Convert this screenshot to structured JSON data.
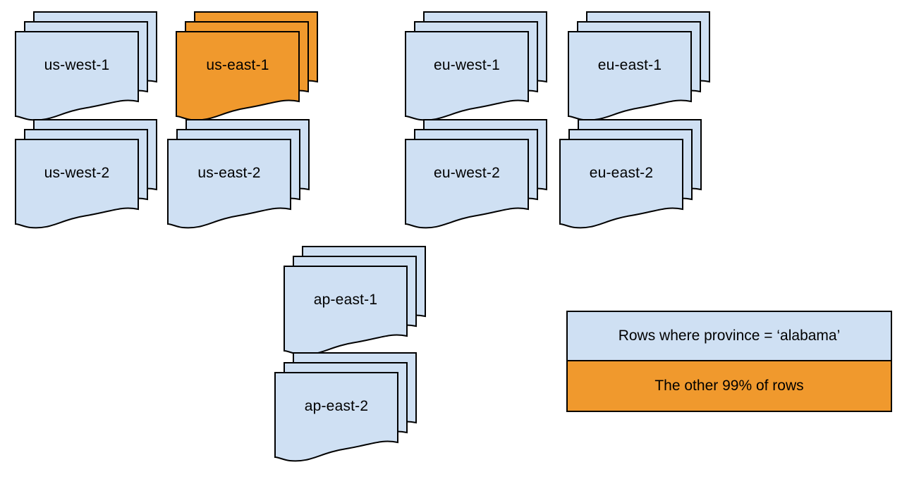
{
  "diagram": {
    "type": "partitioned-database-regions-diagram",
    "colors": {
      "partition_default": "#cfe0f3",
      "partition_highlight": "#f0992d",
      "outline": "#000000",
      "background": "#ffffff"
    },
    "stacks": [
      {
        "label": "us-west-1",
        "highlighted": false
      },
      {
        "label": "us-east-1",
        "highlighted": true
      },
      {
        "label": "eu-west-1",
        "highlighted": false
      },
      {
        "label": "eu-east-1",
        "highlighted": false
      },
      {
        "label": "us-west-2",
        "highlighted": false
      },
      {
        "label": "us-east-2",
        "highlighted": false
      },
      {
        "label": "eu-west-2",
        "highlighted": false
      },
      {
        "label": "eu-east-2",
        "highlighted": false
      },
      {
        "label": "ap-east-1",
        "highlighted": false
      },
      {
        "label": "ap-east-2",
        "highlighted": false
      }
    ],
    "legend": {
      "items": [
        {
          "label": "Rows where province = ‘alabama’",
          "color": "#cfe0f3"
        },
        {
          "label": "The other 99% of rows",
          "color": "#f0992d"
        }
      ]
    }
  }
}
